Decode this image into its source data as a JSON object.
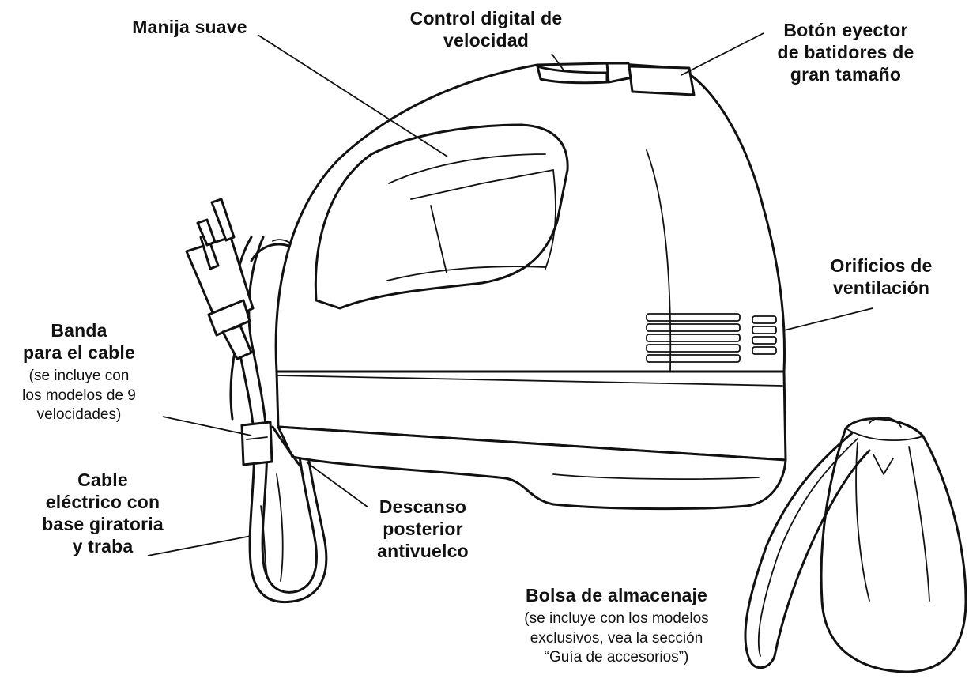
{
  "labels": {
    "handle": {
      "lines": [
        "Manija suave"
      ]
    },
    "speed_control": {
      "lines": [
        "Control digital de",
        "velocidad"
      ]
    },
    "ejector": {
      "lines": [
        "Botón eyector",
        "de batidores de",
        "gran tamaño"
      ]
    },
    "vents": {
      "lines": [
        "Orificios de",
        "ventilación"
      ]
    },
    "cord_band": {
      "lines": [
        "Banda",
        "para el cable"
      ],
      "note": [
        "(se incluye con",
        "los modelos de 9",
        "velocidades)"
      ]
    },
    "power_cord": {
      "lines": [
        "Cable",
        "eléctrico con",
        "base giratoria",
        "y traba"
      ]
    },
    "heel_rest": {
      "lines": [
        "Descanso",
        "posterior",
        "antivuelco"
      ]
    },
    "storage_bag": {
      "lines": [
        "Bolsa de almacenaje"
      ],
      "note": [
        "(se incluye con los modelos",
        "exclusivos, vea la sección",
        "“Guía de accesorios”)"
      ]
    }
  }
}
